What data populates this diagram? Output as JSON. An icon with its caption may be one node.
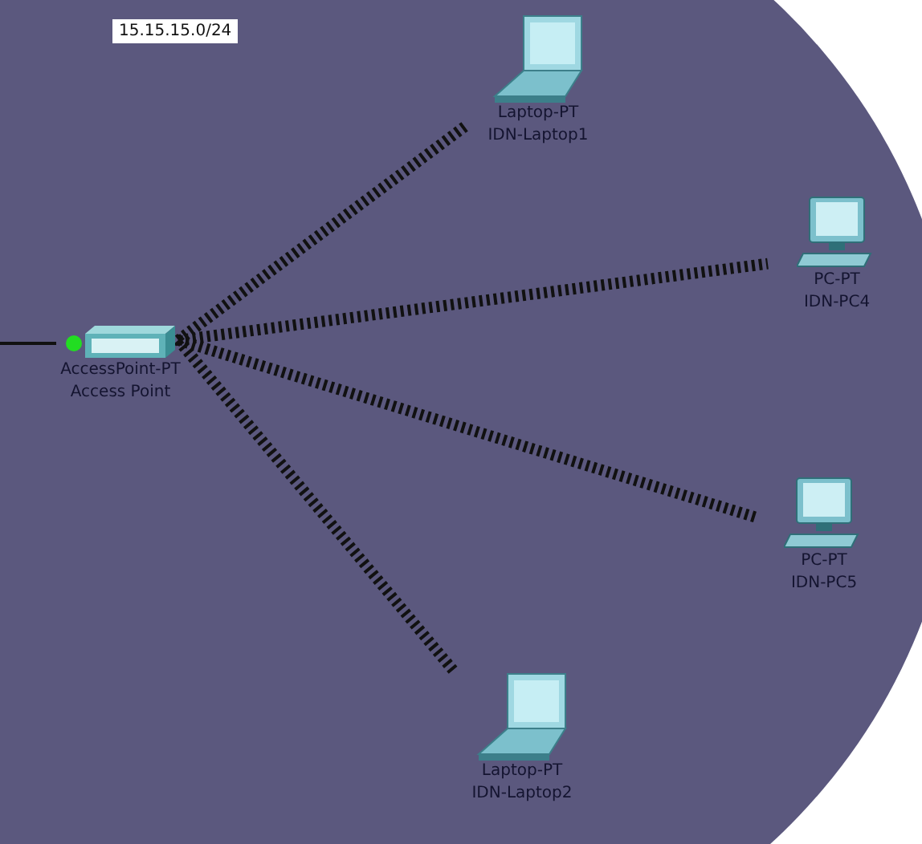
{
  "diagram": {
    "nodes": [
      {
        "text": [
          "AccessPoint-PT",
          "Access Point"
        ]
      },
      {
        "text": [
          "Laptop-PT",
          "IDN-Laptop1"
        ]
      },
      {
        "text": [
          "PC-PT",
          "IDN-PC4"
        ]
      },
      {
        "text": [
          "PC-PT",
          "IDN-PC5"
        ]
      },
      {
        "text": [
          "Laptop-PT",
          "IDN-Laptop2"
        ]
      }
    ],
    "edges": [
      {
        "from": null,
        "to": 0,
        "arrow": "none"
      },
      {
        "from": 0,
        "to": 1,
        "arrow": "none",
        "style": "dashed"
      },
      {
        "from": 0,
        "to": 2,
        "arrow": "none",
        "style": "dashed"
      },
      {
        "from": 0,
        "to": 3,
        "arrow": "none",
        "style": "dashed"
      },
      {
        "from": 0,
        "to": 4,
        "arrow": "none",
        "style": "dashed"
      }
    ],
    "labels": [
      "15.15.15.0/24"
    ]
  }
}
